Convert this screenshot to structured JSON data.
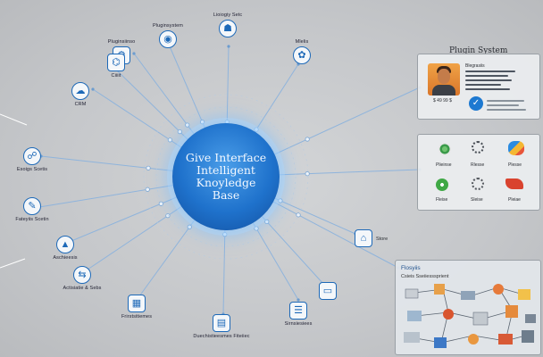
{
  "hub": {
    "line1": "Give Interface",
    "line2": "Intelligent",
    "line3": "Knoyledge Base"
  },
  "nodes": [
    {
      "id": "n1",
      "label": "Pluginsiinso",
      "icon": "plugin-icon"
    },
    {
      "id": "n2",
      "label": "Pluginsystem",
      "icon": "system-icon"
    },
    {
      "id": "n3",
      "label": "Lioiogiy Setc",
      "icon": "database-icon"
    },
    {
      "id": "n4",
      "label": "Mlelis",
      "icon": "settings-icon"
    },
    {
      "id": "n5",
      "label": "Ciiiit",
      "icon": "wifi-icon"
    },
    {
      "id": "n6",
      "label": "CRM",
      "icon": "cloud-icon"
    },
    {
      "id": "n7",
      "label": "Esoigs Scetis",
      "icon": "connector-icon"
    },
    {
      "id": "n8",
      "label": "Fateyiis Scetin",
      "icon": "tool-icon"
    },
    {
      "id": "n9",
      "label": "Aschieesis",
      "icon": "data-icon"
    },
    {
      "id": "n10",
      "label": "Actisiatie & Sebs",
      "icon": "share-icon"
    },
    {
      "id": "n11",
      "label": "Frirstsitiemes",
      "icon": "table-icon"
    },
    {
      "id": "n12",
      "label": "Duechistieesmes Fiteiiec",
      "icon": "document-icon"
    },
    {
      "id": "n13",
      "label": "Sirnsiesiees",
      "icon": "list-icon"
    },
    {
      "id": "n14",
      "label": "",
      "icon": "screen-icon"
    },
    {
      "id": "n15",
      "label": "Store",
      "icon": "store-icon"
    }
  ],
  "plugin_panel": {
    "title": "Plugin System",
    "name_line": "Blegrasiis",
    "caption_line": "$ 49 99 $"
  },
  "plugins": [
    {
      "label": "Plieinse",
      "color": "#3a9a4a"
    },
    {
      "label": "Rlesse",
      "color": "#4a4f57"
    },
    {
      "label": "Plesse",
      "color": "#e8553a"
    },
    {
      "label": "Fleise",
      "color": "#3fa845"
    },
    {
      "label": "Sleise",
      "color": "#55595f"
    },
    {
      "label": "Pleiae",
      "color": "#d9432f"
    }
  ],
  "sketch_panel": {
    "title": "Flosyiis",
    "subtitle": "Csieis Sseiiesssprient"
  },
  "colors": {
    "hub": "#1f72cc",
    "accent": "#1d69b8",
    "background": "#c5c7ca"
  }
}
